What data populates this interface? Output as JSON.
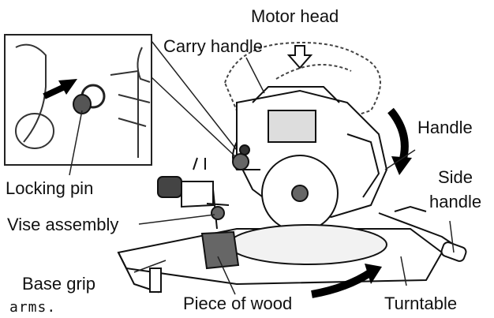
{
  "labels": {
    "motor_head": "Motor head",
    "carry_handle": "Carry handle",
    "handle": "Handle",
    "side_handle_line1": "Side",
    "side_handle_line2": "handle",
    "locking_pin": "Locking pin",
    "vise_assembly": "Vise assembly",
    "base_grip": "Base grip",
    "arms": "arms.",
    "piece_of_wood": "Piece of wood",
    "turntable": "Turntable"
  }
}
